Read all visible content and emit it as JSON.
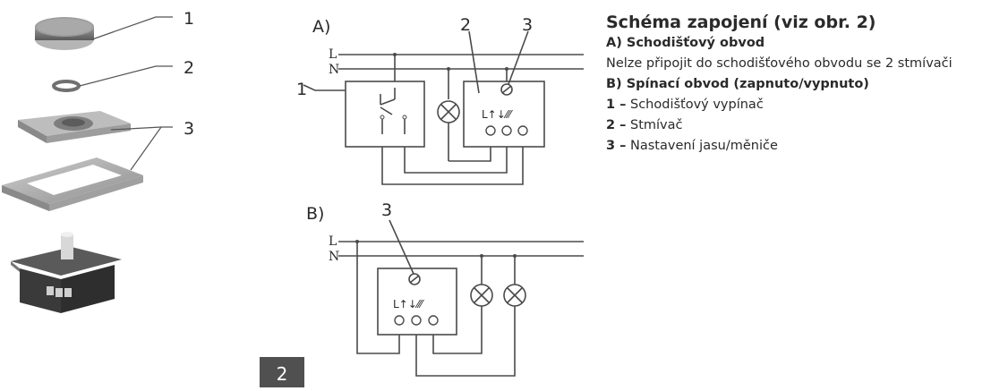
{
  "exploded_view": {
    "callouts": [
      "1",
      "2",
      "3"
    ]
  },
  "diagram_a": {
    "heading": "A)",
    "line_l": "L",
    "line_n": "N",
    "callout_1": "1",
    "callout_2": "2",
    "callout_3": "3",
    "terminal_labels": "L↑↓⁄⁄⁄"
  },
  "diagram_b": {
    "heading": "B)",
    "line_l": "L",
    "line_n": "N",
    "callout_3": "3"
  },
  "description": {
    "title": "Schéma zapojení (viz obr. 2)",
    "section_a_heading": "A) Schodišťový obvod",
    "section_a_text": "Nelze připojit do schodišťového obvodu se 2 stmívači",
    "section_b_heading": "B) Spínací obvod (zapnuto/vypnuto)",
    "items": [
      {
        "num": "1 –",
        "text": " Schodišťový vypínač"
      },
      {
        "num": "2 –",
        "text": " Stmívač"
      },
      {
        "num": "3 –",
        "text": " Nastavení jasu/měniče"
      }
    ]
  },
  "page_number": "2"
}
